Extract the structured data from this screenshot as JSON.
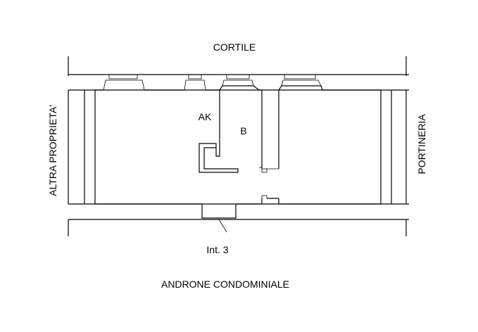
{
  "labels": {
    "top": "CORTILE",
    "bottom": "ANDRONE CONDOMINIALE",
    "left": "ALTRA PROPRIETA'",
    "right": "PORTINERIA",
    "room_ak": "AK",
    "room_b": "B",
    "entrance": "Int. 3"
  }
}
